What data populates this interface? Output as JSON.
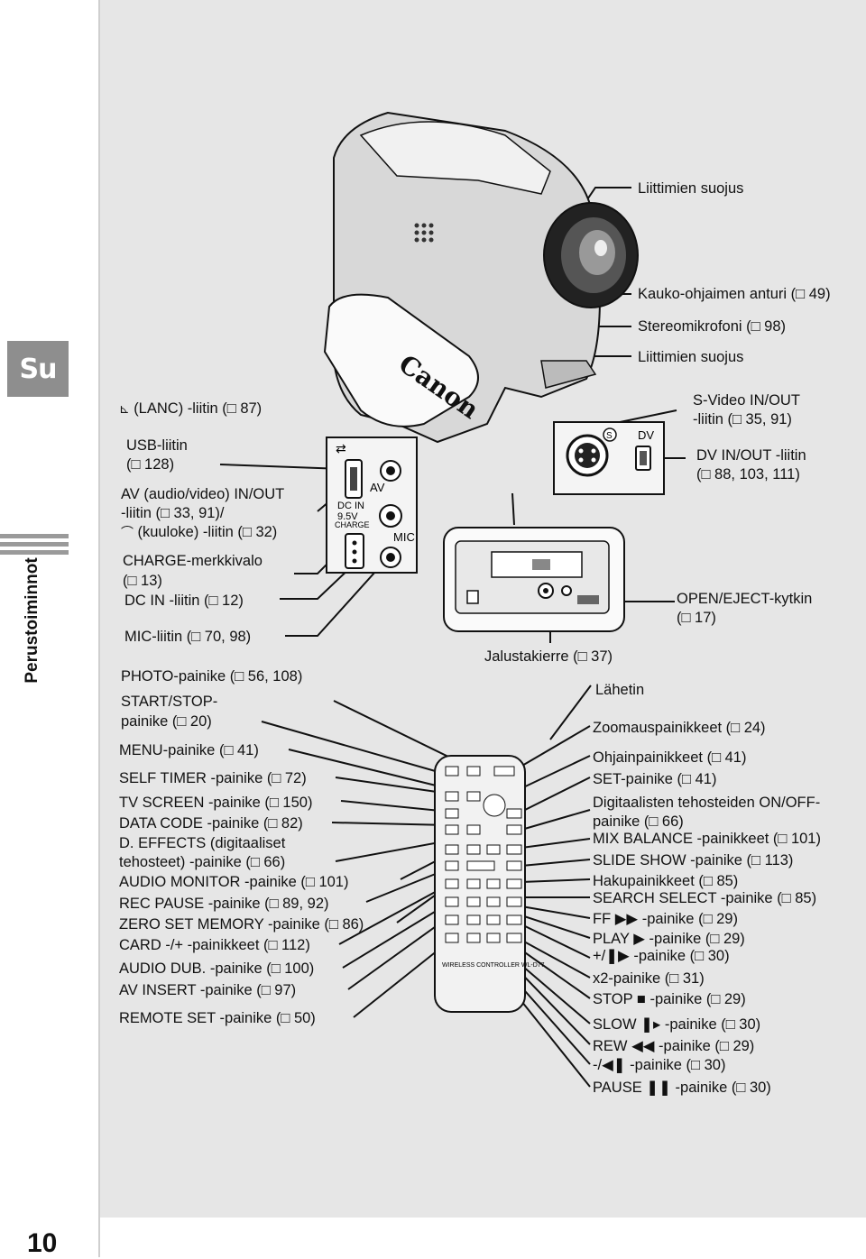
{
  "sidebar": {
    "tab_label": "Su",
    "section_label": "Perustoiminnot",
    "page_number": "10"
  },
  "labels_left": {
    "lanc": "(LANC) -liitin (□ 87)",
    "usb_1": "USB-liitin",
    "usb_2": "(□ 128)",
    "av_1": "AV (audio/video) IN/OUT",
    "av_2": "-liitin (□ 33, 91)/",
    "av_3": "(kuuloke) -liitin (□ 32)",
    "charge_1": "CHARGE-merkkivalo",
    "charge_2": "(□ 13)",
    "dcin": "DC IN -liitin (□ 12)",
    "mic": "MIC-liitin (□ 70, 98)",
    "photo": "PHOTO-painike (□ 56, 108)",
    "startstop_1": "START/STOP-",
    "startstop_2": "painike (□ 20)",
    "menu": "MENU-painike (□ 41)",
    "selftimer": "SELF TIMER -painike (□ 72)",
    "tvscreen": "TV SCREEN -painike (□ 150)",
    "datacode": "DATA CODE -painike (□ 82)",
    "effects_1": "D. EFFECTS (digitaaliset",
    "effects_2": "tehosteet) -painike (□ 66)",
    "audiomonitor": "AUDIO MONITOR -painike (□ 101)",
    "recpause": "REC PAUSE -painike (□ 89, 92)",
    "zeroset": "ZERO SET MEMORY -painike (□ 86)",
    "card": "CARD -/+ -painikkeet (□ 112)",
    "audiodub": "AUDIO DUB. -painike (□ 100)",
    "avinsert": "AV INSERT -painike (□ 97)",
    "remoteset": "REMOTE SET -painike (□ 50)"
  },
  "labels_right": {
    "cover_top": "Liittimien suojus",
    "remote_sensor": "Kauko-ohjaimen anturi (□ 49)",
    "stereo_mic": "Stereomikrofoni (□ 98)",
    "cover_2": "Liittimien suojus",
    "svideo_1": "S-Video IN/OUT",
    "svideo_2": "-liitin (□ 35, 91)",
    "dv_1": "DV IN/OUT -liitin",
    "dv_2": "(□ 88, 103, 111)",
    "openeject_1": "OPEN/EJECT-kytkin",
    "openeject_2": "(□ 17)",
    "tripod": "Jalustakierre (□ 37)",
    "transmitter": "Lähetin",
    "zoom": "Zoomauspainikkeet (□ 24)",
    "control": "Ohjainpainikkeet (□ 41)",
    "set": "SET-painike (□ 41)",
    "digital_1": "Digitaalisten tehosteiden ON/OFF-",
    "digital_2": "painike (□ 66)",
    "mixbalance": "MIX BALANCE -painikkeet (□ 101)",
    "slideshow": "SLIDE SHOW -painike (□ 113)",
    "search": "Hakupainikkeet (□ 85)",
    "searchselect": "SEARCH SELECT -painike (□ 85)",
    "ff": "FF ▶▶ -painike (□ 29)",
    "play": "PLAY ▶ -painike (□ 29)",
    "plusframe": "+/❚▶ -painike (□ 30)",
    "x2": "x2-painike (□ 31)",
    "stop": "STOP ■ -painike (□ 29)",
    "slow": "SLOW ❚▸ -painike (□ 30)",
    "rew": "REW ◀◀ -painike (□ 29)",
    "minusframe": "-/◀❚ -painike (□ 30)",
    "pause": "PAUSE ❚❚ -painike (□ 30)"
  },
  "device_text": {
    "brand": "Canon",
    "dc_in": "DC IN",
    "voltage": "9.5V",
    "charge": "CHARGE",
    "av": "AV",
    "mic": "MIC",
    "dv": "DV",
    "remote_wireless": "WIRELESS CONTROLLER WL-D77"
  },
  "colors": {
    "panel_bg": "#e6e6e6",
    "sidebar_tab": "#8e8e8e",
    "line": "#111111"
  }
}
